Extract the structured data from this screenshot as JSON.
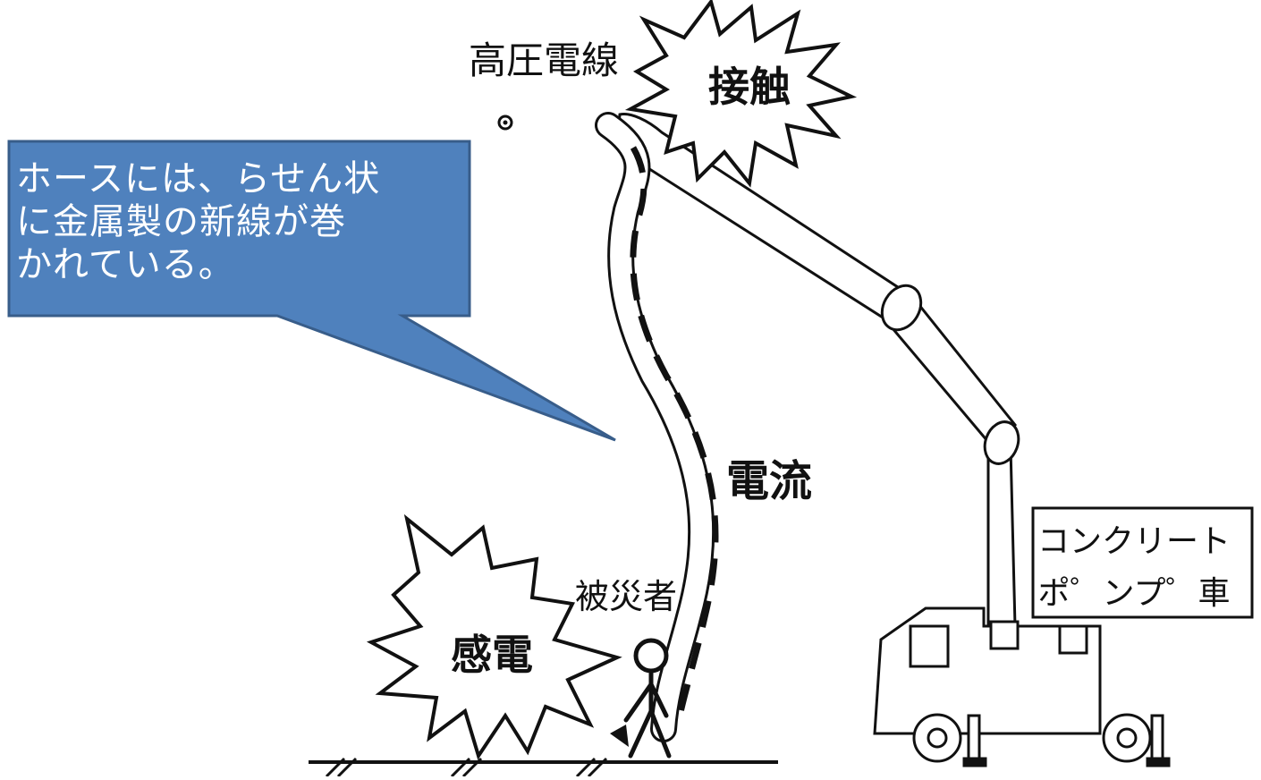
{
  "labels": {
    "power_line": "高圧電線",
    "contact": "接触",
    "current": "電流",
    "shock": "感電",
    "victim": "被災者",
    "truck_line1": "コンクリート",
    "truck_line2": "ポ゜ンプ゜車"
  },
  "callout": {
    "lines": [
      "ホースには、らせん状",
      "に金属製の新線が巻",
      "かれている。"
    ],
    "fill": "#4f81bd",
    "stroke": "#385d8a"
  },
  "colors": {
    "ink": "#111111",
    "callout_text": "#ffffff"
  }
}
